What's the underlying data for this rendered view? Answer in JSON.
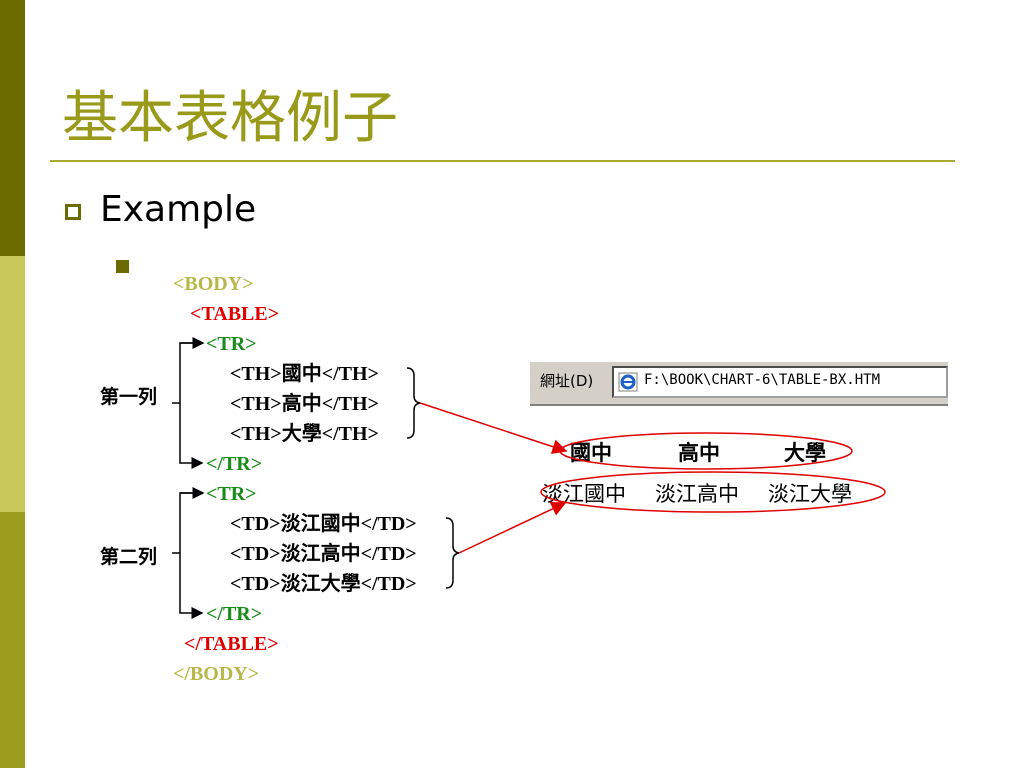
{
  "slide": {
    "title": "基本表格例子",
    "bullet": "Example"
  },
  "code": {
    "body_open": "<BODY>",
    "table_open": "<TABLE>",
    "tr1_open": "<TR>",
    "th1": "<TH>國中</TH>",
    "th2": "<TH>高中</TH>",
    "th3": "<TH>大學</TH>",
    "tr1_close": "</TR>",
    "tr2_open": "<TR>",
    "td1": "<TD>淡江國中</TD>",
    "td2": "<TD>淡江高中</TD>",
    "td3": "<TD>淡江大學</TD>",
    "tr2_close": "</TR>",
    "table_close": "</TABLE>",
    "body_close": "</BODY>"
  },
  "row_labels": {
    "row1": "第一列",
    "row2": "第二列"
  },
  "browser": {
    "address_label": "網址(D)",
    "url": "F:\\BOOK\\CHART-6\\TABLE-BX.HTM"
  },
  "rendered_table": {
    "headers": [
      "國中",
      "高中",
      "大學"
    ],
    "cells": [
      "淡江國中",
      "淡江高中",
      "淡江大學"
    ]
  },
  "colors": {
    "accent_dark": "#6b6b00",
    "accent_light": "#c9c95a",
    "title": "#9a9a1a",
    "tag_body": "#b8b84a",
    "tag_table": "#e00000",
    "tag_tr": "#1a8c1a",
    "arrow": "#e00000"
  }
}
